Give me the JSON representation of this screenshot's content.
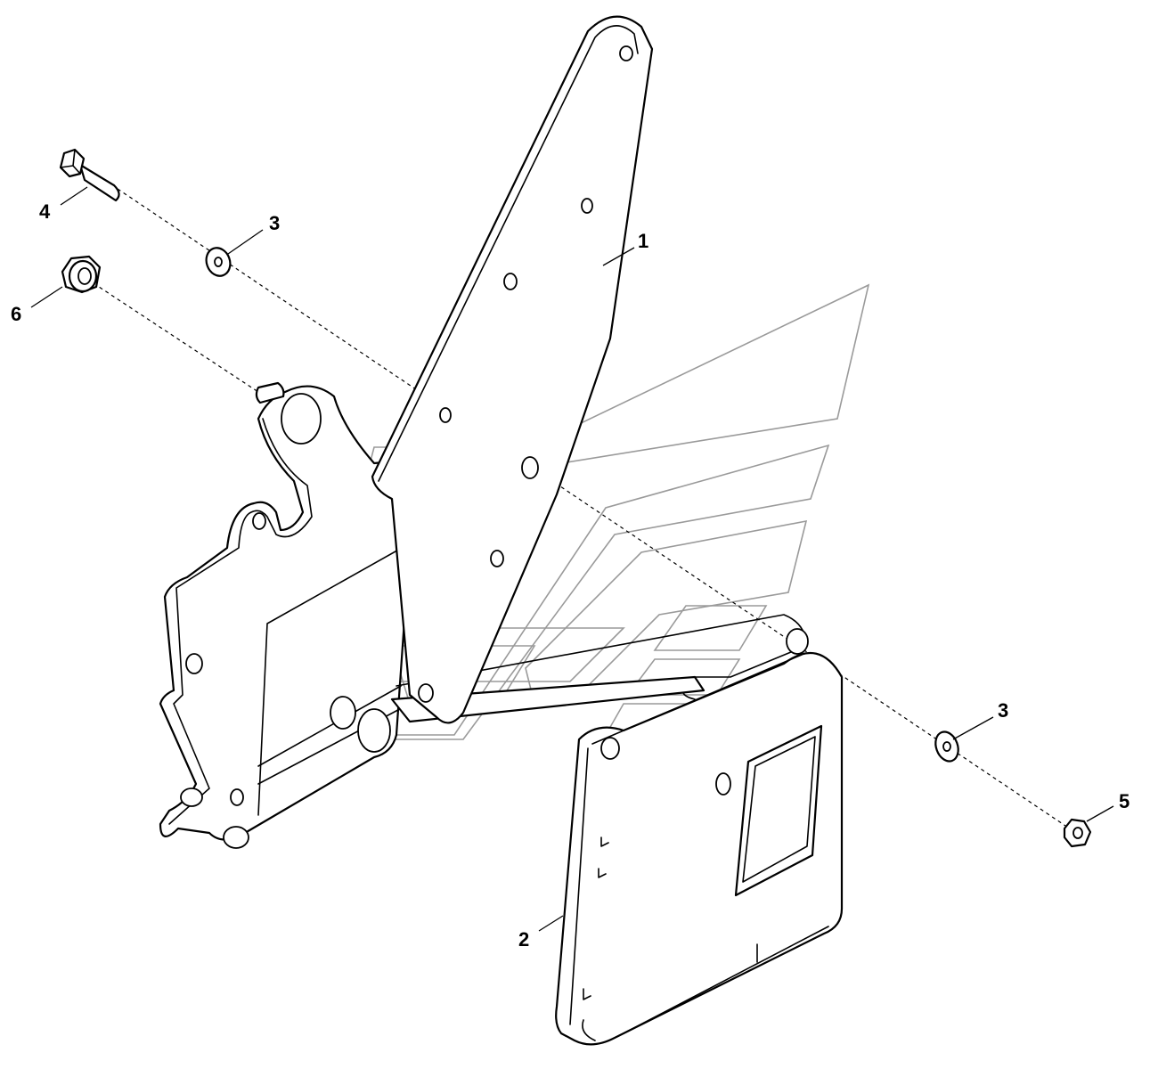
{
  "callouts": [
    {
      "id": "1",
      "label": "1"
    },
    {
      "id": "2",
      "label": "2"
    },
    {
      "id": "3a",
      "label": "3"
    },
    {
      "id": "3b",
      "label": "3"
    },
    {
      "id": "4",
      "label": "4"
    },
    {
      "id": "5",
      "label": "5"
    },
    {
      "id": "6",
      "label": "6"
    }
  ],
  "colors": {
    "line": "#000000",
    "background": "#ffffff",
    "watermark": "#9a9a9a"
  }
}
